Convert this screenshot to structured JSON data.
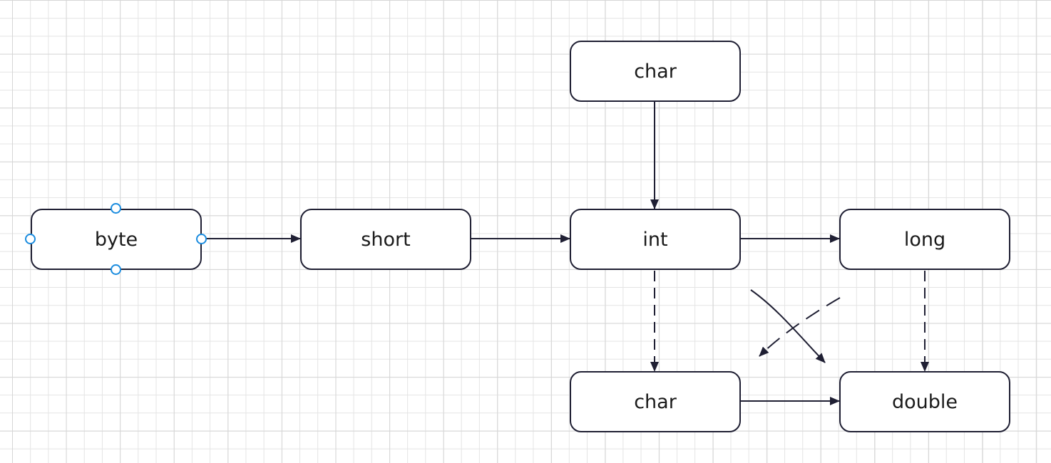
{
  "diagram": {
    "nodes": [
      {
        "id": "byte",
        "label": "byte",
        "selected": true
      },
      {
        "id": "short",
        "label": "short",
        "selected": false
      },
      {
        "id": "int",
        "label": "int",
        "selected": false
      },
      {
        "id": "long",
        "label": "long",
        "selected": false
      },
      {
        "id": "char_top",
        "label": "char",
        "selected": false
      },
      {
        "id": "char_bottom",
        "label": "char",
        "selected": false
      },
      {
        "id": "double",
        "label": "double",
        "selected": false
      }
    ],
    "edges": [
      {
        "from": "byte",
        "to": "short",
        "style": "solid"
      },
      {
        "from": "short",
        "to": "int",
        "style": "solid"
      },
      {
        "from": "int",
        "to": "long",
        "style": "solid"
      },
      {
        "from": "char_top",
        "to": "int",
        "style": "solid"
      },
      {
        "from": "int",
        "to": "char_bottom",
        "style": "dashed"
      },
      {
        "from": "long",
        "to": "double",
        "style": "dashed"
      },
      {
        "from": "char_bottom",
        "to": "double",
        "style": "solid"
      },
      {
        "from": "int",
        "to": "double",
        "style": "solid",
        "shape": "curve"
      },
      {
        "from": "long",
        "to": "char_bottom",
        "style": "dashed",
        "shape": "curve"
      }
    ]
  },
  "colors": {
    "stroke": "#1f1f33",
    "text": "#1a1a1a",
    "selection_handle": "#1a8cdf",
    "grid": "#e4e4e4"
  }
}
